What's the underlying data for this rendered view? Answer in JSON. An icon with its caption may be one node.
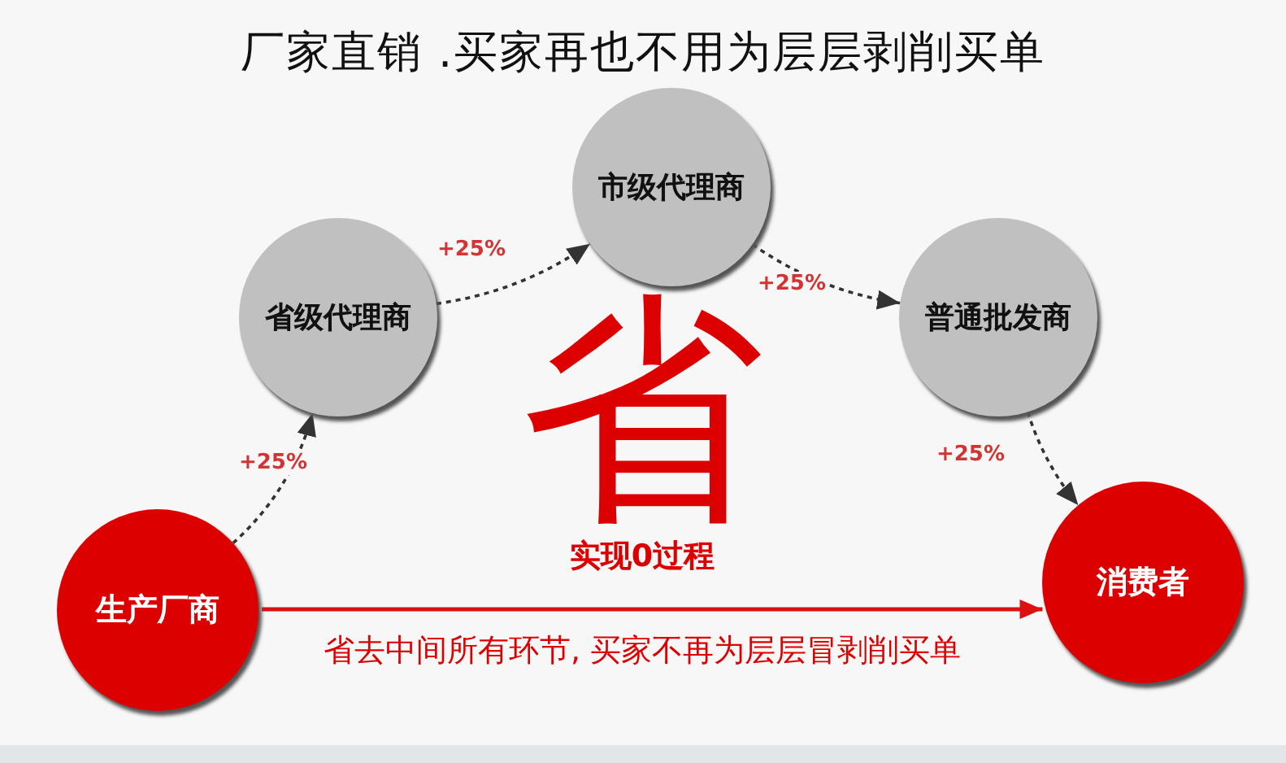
{
  "diagram": {
    "title": "厂家直销 .买家再也不用为层层剥削买单",
    "nodes": [
      {
        "text": [
          "生产厂商"
        ]
      },
      {
        "text": [
          "省级代理商"
        ]
      },
      {
        "text": [
          "市级代理商"
        ]
      },
      {
        "text": [
          "普通批发商"
        ]
      },
      {
        "text": [
          "消费者"
        ]
      }
    ],
    "edges": [
      {
        "from": 0,
        "to": 1,
        "arrow": "to",
        "label": "+25%",
        "style": "dashed"
      },
      {
        "from": 1,
        "to": 2,
        "arrow": "to",
        "label": "+25%",
        "style": "dashed"
      },
      {
        "from": 2,
        "to": 3,
        "arrow": "to",
        "label": "+25%",
        "style": "dashed"
      },
      {
        "from": 3,
        "to": 4,
        "arrow": "to",
        "label": "+25%",
        "style": "dashed"
      },
      {
        "from": 0,
        "to": 4,
        "arrow": "to",
        "label": "实现0过程",
        "color": "#dd1111"
      }
    ],
    "labels": [
      "省",
      "省去中间所有环节, 买家不再为层层冒剥削买单"
    ]
  }
}
